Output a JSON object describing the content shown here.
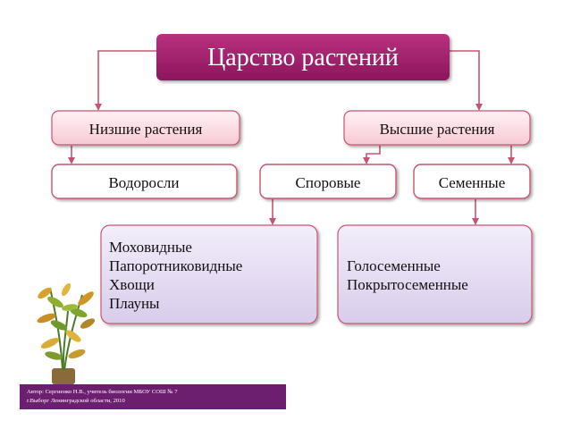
{
  "colors": {
    "title_bg": "#a01e6b",
    "title_text": "#ffffff",
    "pink_fill": "#fde3ea",
    "pink_stroke": "#c9546f",
    "white_fill": "#ffffff",
    "white_stroke": "#c9546f",
    "lilac_fill": "#e3dcf0",
    "lilac_stroke": "#c9546f",
    "arrow": "#c9546f",
    "footer_bg": "#6b1f6e"
  },
  "diagram": {
    "title": "Царство растений",
    "lower_plants": "Низшие растения",
    "higher_plants": "Высшие растения",
    "algae": "Водоросли",
    "spore": "Споровые",
    "seed": "Семенные",
    "spore_list": [
      "Моховидные",
      "Папоротниковидные",
      "Хвощи",
      "Плауны"
    ],
    "seed_list": [
      "Голосеменные",
      "Покрытосеменные"
    ]
  },
  "footer": {
    "line1": "Автор: Сергиенко Н.В., учитель биологии МБОУ  СОШ № 7",
    "line2": "г.Выборг   Ленинградской области, 2010"
  }
}
